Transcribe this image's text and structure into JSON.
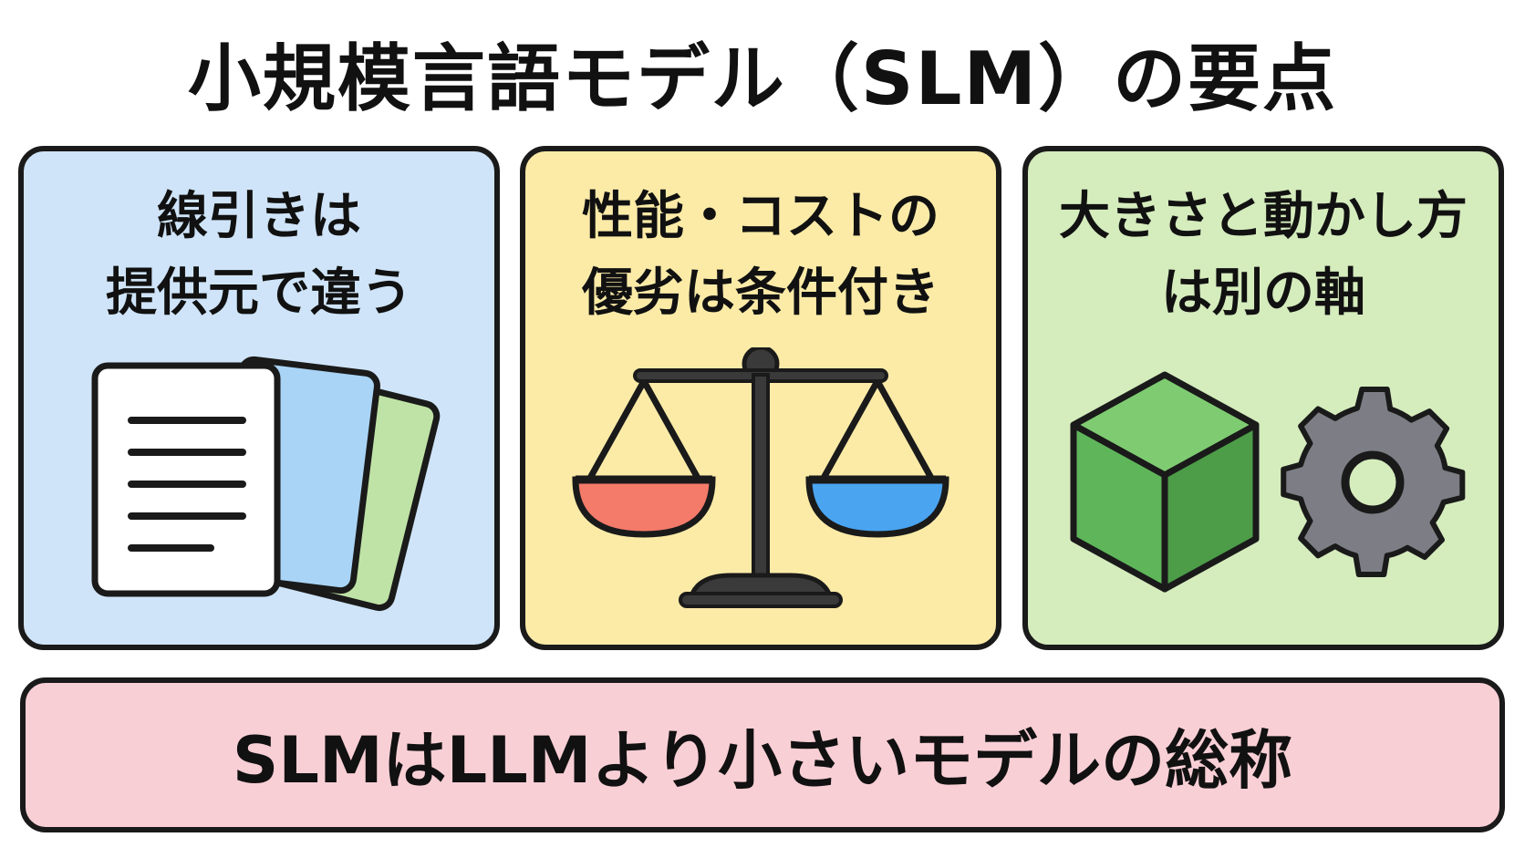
{
  "title": "小規模言語モデル（SLM）の要点",
  "cards": [
    {
      "heading_lines": [
        "線引きは",
        "提供元で違う"
      ],
      "icon": "documents-icon",
      "bg": "#cfe4f8"
    },
    {
      "heading_lines": [
        "性能・コストの",
        "優劣は条件付き"
      ],
      "icon": "balance-scale-icon",
      "bg": "#fbeba7"
    },
    {
      "heading_lines": [
        "大きさと動かし方",
        "は別の軸"
      ],
      "icon": "cube-and-gear-icon",
      "bg": "#d5ecbd"
    }
  ],
  "summary": "SLMはLLMより小さいモデルの総称",
  "colors": {
    "outline": "#1a1a1a",
    "summary_bg": "#f9cfd6",
    "scale_left_pan": "#f47a6a",
    "scale_right_pan": "#4aa4f0",
    "cube_green": "#5fb65a",
    "gear_gray": "#7d7e85"
  }
}
